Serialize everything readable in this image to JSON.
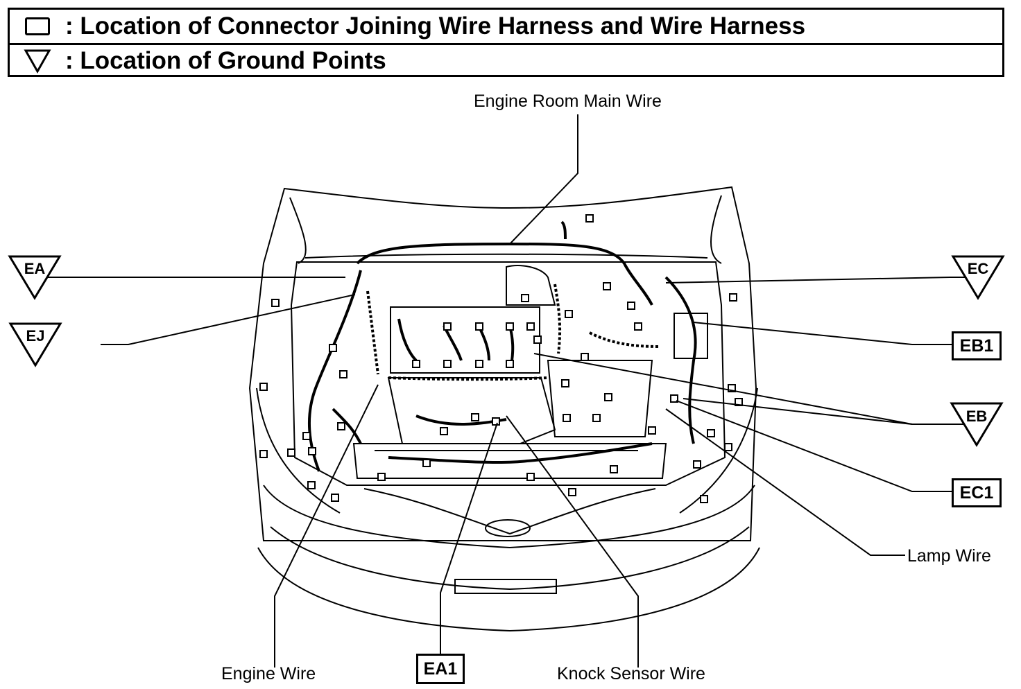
{
  "legend": {
    "connector_text": ": Location of Connector Joining Wire Harness and Wire Harness",
    "ground_text": ": Location of Ground Points"
  },
  "wires": {
    "engine_room_main": "Engine Room Main Wire",
    "lamp": "Lamp Wire",
    "engine": "Engine Wire",
    "knock_sensor": "Knock Sensor Wire"
  },
  "ground_points": {
    "ea": "EA",
    "ej": "EJ",
    "ec": "EC",
    "eb": "EB"
  },
  "connectors": {
    "eb1": "EB1",
    "ec1": "EC1",
    "ea1": "EA1"
  }
}
